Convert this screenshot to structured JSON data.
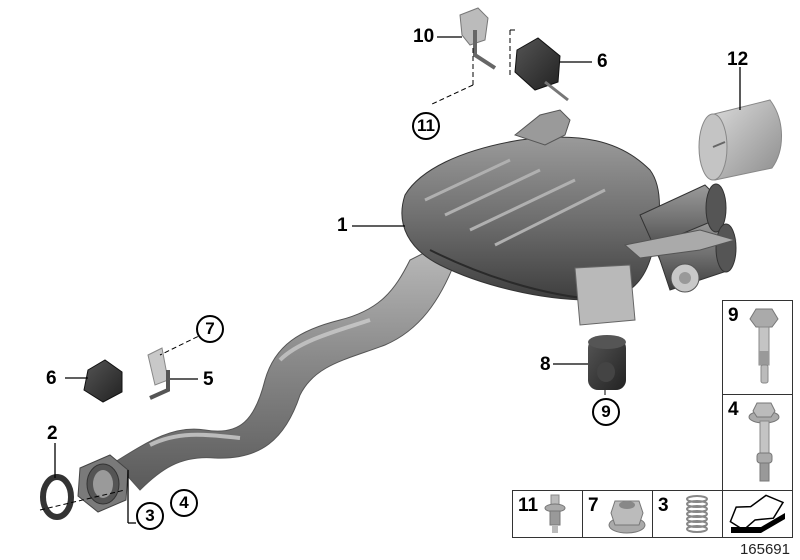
{
  "diagram": {
    "type": "exploded parts diagram",
    "subject": "Rear exhaust silencer assembly",
    "figure_number": "165691",
    "callouts": [
      {
        "id": "1",
        "part": "rear silencer",
        "style": "plain"
      },
      {
        "id": "2",
        "part": "sealing ring",
        "style": "plain"
      },
      {
        "id": "3",
        "part": "spring",
        "style": "circled"
      },
      {
        "id": "4",
        "part": "flange bolt",
        "style": "circled"
      },
      {
        "id": "5",
        "part": "hanger bracket",
        "style": "plain"
      },
      {
        "id": "6",
        "part": "rubber mount",
        "style": "plain"
      },
      {
        "id": "6b",
        "label": "6",
        "part": "rubber mount (upper)",
        "style": "plain"
      },
      {
        "id": "7",
        "part": "collar nut",
        "style": "circled"
      },
      {
        "id": "8",
        "part": "rubber bushing",
        "style": "plain"
      },
      {
        "id": "9",
        "part": "hex bolt",
        "style": "circled"
      },
      {
        "id": "10",
        "part": "holder",
        "style": "plain"
      },
      {
        "id": "11",
        "part": "Torx bolt",
        "style": "circled"
      },
      {
        "id": "12",
        "part": "tailpipe trim",
        "style": "plain"
      }
    ],
    "labels": {
      "l1": "1",
      "l2": "2",
      "l3": "3",
      "l4": "4",
      "l5": "5",
      "l6a": "6",
      "l6b": "6",
      "l7": "7",
      "l8": "8",
      "l9": "9",
      "l10": "10",
      "l11": "11",
      "l12": "12"
    },
    "detail_boxes": {
      "bolt9": "9",
      "bolt4": "4",
      "bolt11": "11",
      "nut7": "7",
      "spring3": "3",
      "direction": "forward-direction-arrow"
    }
  }
}
